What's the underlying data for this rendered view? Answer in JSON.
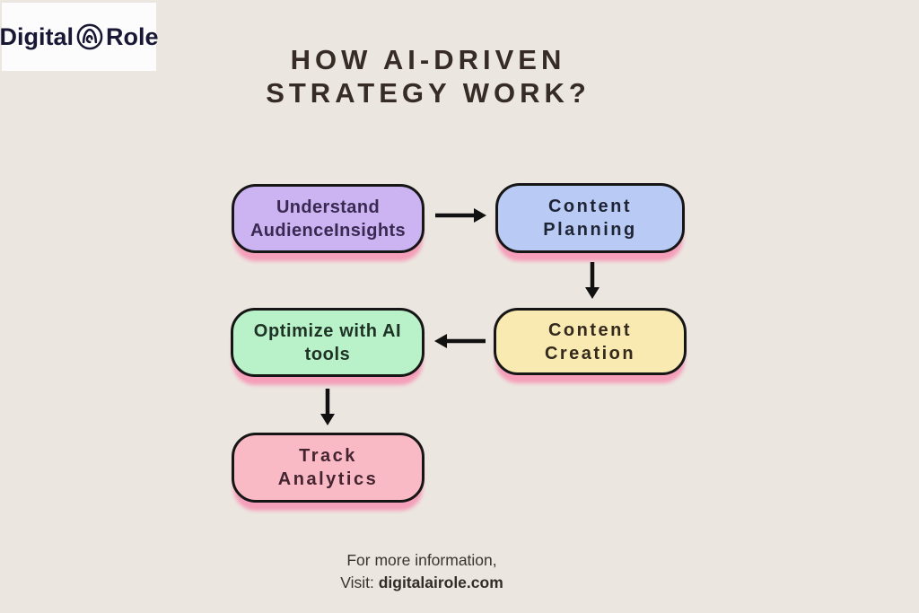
{
  "page": {
    "background_color": "#ece6e0"
  },
  "logo": {
    "part1": "Digital",
    "part2": "Role",
    "icon": "spiral-a-circle-icon",
    "text_color": "#181834",
    "card_color": "#fcfcfd"
  },
  "title": {
    "line1": "HOW AI-DRIVEN",
    "line2": "STRATEGY WORK?",
    "color": "#362c25"
  },
  "flowchart": {
    "border_color": "#161616",
    "shadow_color": "#f59fba",
    "arrow_color": "#111111",
    "nodes": [
      {
        "id": "understand",
        "label_line1": "Understand",
        "label_line2": "AudienceInsights",
        "fill": "#ccb4f2",
        "text_color": "#3a2a52"
      },
      {
        "id": "planning",
        "label_line1": "Content",
        "label_line2": "Planning",
        "fill": "#b9caf4",
        "text_color": "#1e2434"
      },
      {
        "id": "optimize",
        "label_line1": "Optimize with AI",
        "label_line2": "tools",
        "fill": "#b9f2c8",
        "text_color": "#1e3326"
      },
      {
        "id": "creation",
        "label_line1": "Content",
        "label_line2": "Creation",
        "fill": "#f9eab1",
        "text_color": "#33291d"
      },
      {
        "id": "track",
        "label_line1": "Track",
        "label_line2": "Analytics",
        "fill": "#f9bac5",
        "text_color": "#432430"
      }
    ],
    "edges": [
      {
        "from": "Understand AudienceInsights",
        "to": "Content Planning",
        "direction": "right"
      },
      {
        "from": "Content Planning",
        "to": "Content Creation",
        "direction": "down"
      },
      {
        "from": "Content Creation",
        "to": "Optimize with AI tools",
        "direction": "left"
      },
      {
        "from": "Optimize with AI tools",
        "to": "Track Analytics",
        "direction": "down"
      }
    ]
  },
  "footer": {
    "line1": "For more information,",
    "line2_prefix": "Visit: ",
    "line2_domain": "digitalairole.com"
  }
}
